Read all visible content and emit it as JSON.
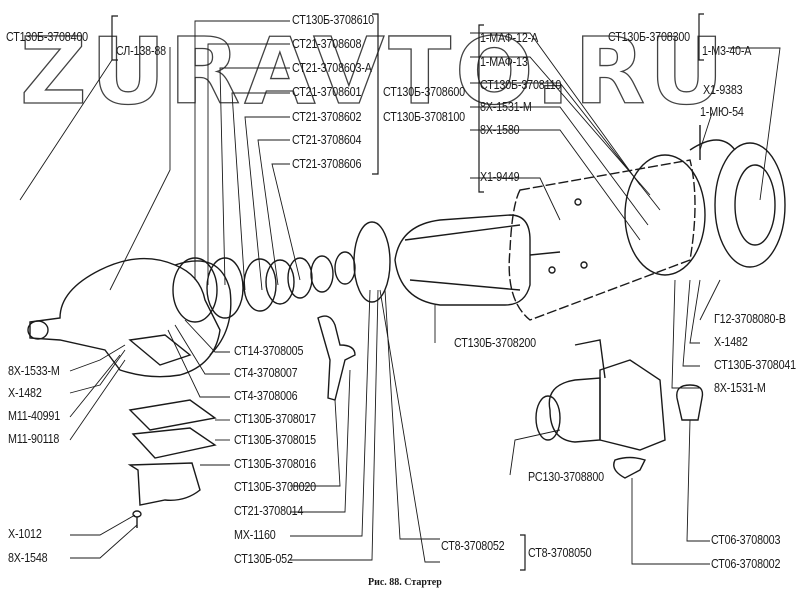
{
  "watermark": "ZURAVTO.RU",
  "caption": "Рис. 88. Стартер",
  "labels": {
    "l01": "СТ130Б-3708400",
    "l02": "СЛ-138-88",
    "l03": "СТ130Б-3708610",
    "l04": "СТ21-3708608",
    "l05": "СТ21-3708603-А",
    "l06": "СТ21-3708601",
    "l07": "СТ21-3708602",
    "l08": "СТ21-3708604",
    "l09": "СТ21-3708606",
    "l10": "СТ130Б-3708600",
    "l11": "СТ130Б-3708100",
    "l12": "1-МАФ-12-А",
    "l13": "1-МАФ-13",
    "l14": "СТ130Б-3708110",
    "l15": "8Х-1531-М",
    "l16": "8Х-1580",
    "l17": "Х1-9449",
    "l18": "СТ130Б-3708300",
    "l19": "1-М3-40-А",
    "l20": "Х1-9383",
    "l21": "1-МЮ-54",
    "l22": "Г12-3708080-В",
    "l23": "Х-1482",
    "l24": "СТ130Б-3708041",
    "l25": "8Х-1531-М",
    "l26": "СТ130Б-3708200",
    "l27": "РС130-3708800",
    "l28": "СТ06-3708003",
    "l29": "СТ06-3708002",
    "l30": "СТ8-3708052",
    "l31": "СТ8-3708050",
    "l32": "СТ14-3708005",
    "l33": "СТ4-3708007",
    "l34": "СТ4-3708006",
    "l35": "СТ130Б-3708017",
    "l36": "СТ130Б-3708015",
    "l37": "СТ130Б-3708016",
    "l38": "СТ130Б-3708020",
    "l39": "СТ21-3708014",
    "l40": "МХ-1160",
    "l41": "СТ130Б-052",
    "l42": "8Х-1533-М",
    "l43": "Х-1482",
    "l44": "М11-40991",
    "l45": "М11-90118",
    "l46": "Х-1012",
    "l47": "8Х-1548"
  }
}
